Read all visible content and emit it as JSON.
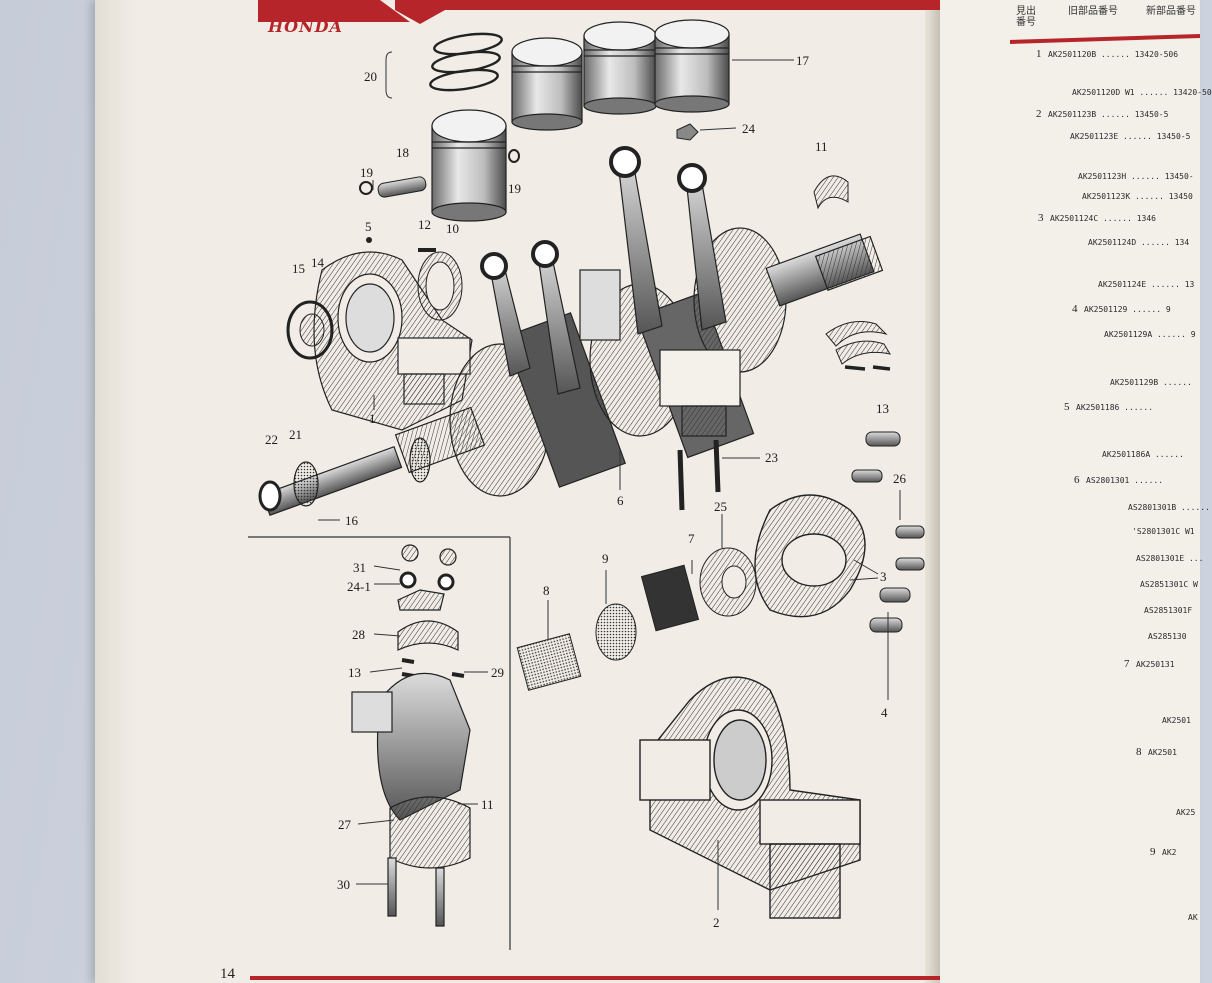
{
  "brand": "HONDA",
  "page_number": "14",
  "accent_color": "#b5252a",
  "labels": [
    {
      "id": "p20",
      "text": "20"
    },
    {
      "id": "p17",
      "text": "17"
    },
    {
      "id": "p24",
      "text": "24"
    },
    {
      "id": "p19a",
      "text": "19"
    },
    {
      "id": "p18",
      "text": "18"
    },
    {
      "id": "p19b",
      "text": "19"
    },
    {
      "id": "p11a",
      "text": "11"
    },
    {
      "id": "p5",
      "text": "5"
    },
    {
      "id": "p12",
      "text": "12"
    },
    {
      "id": "p10",
      "text": "10"
    },
    {
      "id": "p15",
      "text": "15"
    },
    {
      "id": "p14",
      "text": "14"
    },
    {
      "id": "p1",
      "text": "1"
    },
    {
      "id": "p22",
      "text": "22"
    },
    {
      "id": "p21",
      "text": "21"
    },
    {
      "id": "p16",
      "text": "16"
    },
    {
      "id": "p6",
      "text": "6"
    },
    {
      "id": "p23",
      "text": "23"
    },
    {
      "id": "p13a",
      "text": "13"
    },
    {
      "id": "p26",
      "text": "26"
    },
    {
      "id": "p25",
      "text": "25"
    },
    {
      "id": "p7",
      "text": "7"
    },
    {
      "id": "p9",
      "text": "9"
    },
    {
      "id": "p8",
      "text": "8"
    },
    {
      "id": "p3",
      "text": "3"
    },
    {
      "id": "p4",
      "text": "4"
    },
    {
      "id": "p2",
      "text": "2"
    },
    {
      "id": "p31",
      "text": "31"
    },
    {
      "id": "p241",
      "text": "24-1"
    },
    {
      "id": "p28",
      "text": "28"
    },
    {
      "id": "p13b",
      "text": "13"
    },
    {
      "id": "p29",
      "text": "29"
    },
    {
      "id": "p11b",
      "text": "11"
    },
    {
      "id": "p27",
      "text": "27"
    },
    {
      "id": "p30",
      "text": "30"
    }
  ],
  "parts_list": {
    "header": {
      "col1": "見出\n番号",
      "col2": "旧部品番号",
      "col3": "新部品番号"
    },
    "rows": [
      {
        "idx": "1",
        "old": "AK2501120B ......",
        "new": "13420-506"
      },
      {
        "idx": "",
        "old": "AK2501120D W1 ......",
        "new": "13420-50"
      },
      {
        "idx": "2",
        "old": "AK2501123B ......",
        "new": "13450-5"
      },
      {
        "idx": "",
        "old": "AK2501123E ......",
        "new": "13450-5"
      },
      {
        "idx": "",
        "old": "AK2501123H ......",
        "new": "13450-"
      },
      {
        "idx": "",
        "old": "AK2501123K ......",
        "new": "13450"
      },
      {
        "idx": "3",
        "old": "AK2501124C ......",
        "new": "1346"
      },
      {
        "idx": "",
        "old": "AK2501124D ......",
        "new": "134"
      },
      {
        "idx": "",
        "old": "AK2501124E ......",
        "new": "13"
      },
      {
        "idx": "4",
        "old": "AK2501129 ......",
        "new": "9"
      },
      {
        "idx": "",
        "old": "AK2501129A ......",
        "new": "9"
      },
      {
        "idx": "",
        "old": "AK2501129B ......",
        "new": ""
      },
      {
        "idx": "5",
        "old": "AK2501186 ......",
        "new": ""
      },
      {
        "idx": "",
        "old": "AK2501186A ......",
        "new": ""
      },
      {
        "idx": "6",
        "old": "AS2801301 ......",
        "new": ""
      },
      {
        "idx": "",
        "old": "AS2801301B ......",
        "new": ""
      },
      {
        "idx": "",
        "old": "'S2801301C W1",
        "new": ""
      },
      {
        "idx": "",
        "old": "AS2801301E ...",
        "new": ""
      },
      {
        "idx": "",
        "old": "AS2851301C W",
        "new": ""
      },
      {
        "idx": "",
        "old": "AS2851301F",
        "new": ""
      },
      {
        "idx": "",
        "old": "AS285130",
        "new": ""
      },
      {
        "idx": "7",
        "old": "AK250131",
        "new": ""
      },
      {
        "idx": "",
        "old": "AK2501",
        "new": ""
      },
      {
        "idx": "8",
        "old": "AK2501",
        "new": ""
      },
      {
        "idx": "",
        "old": "AK25",
        "new": ""
      },
      {
        "idx": "9",
        "old": "AK2",
        "new": ""
      },
      {
        "idx": "",
        "old": "AK",
        "new": ""
      }
    ]
  }
}
